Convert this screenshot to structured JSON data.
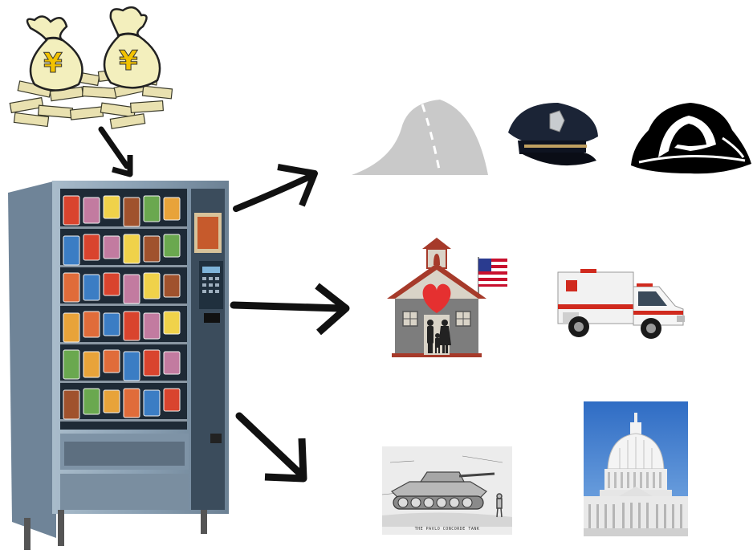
{
  "scene": {
    "money": {
      "currency_symbol": "¥",
      "bag_count": 2
    },
    "vending_machine": {
      "snack_rows": 6,
      "snack_columns": 6
    },
    "arrows": {
      "count": 4,
      "color": "#111111"
    },
    "services": [
      {
        "id": "road",
        "icon": "road-icon"
      },
      {
        "id": "police",
        "icon": "police-cap-icon"
      },
      {
        "id": "fire",
        "icon": "firefighter-helmet-icon"
      },
      {
        "id": "school",
        "icon": "schoolhouse-icon"
      },
      {
        "id": "ambulance",
        "icon": "ambulance-icon"
      },
      {
        "id": "military",
        "icon": "tank-icon",
        "caption": "THE PAVLO CONCORDE TANK"
      },
      {
        "id": "government",
        "icon": "capitol-building-icon"
      }
    ],
    "colors": {
      "money_bag": "#f3efbd",
      "yen_symbol": "#f2c200",
      "cash": "#e9e1b0",
      "machine_body": "#8aa0b3",
      "machine_dark": "#1e2a36",
      "heart": "#e53030",
      "school_roof": "#a63a2a",
      "sky": "#3f7fd0"
    }
  }
}
